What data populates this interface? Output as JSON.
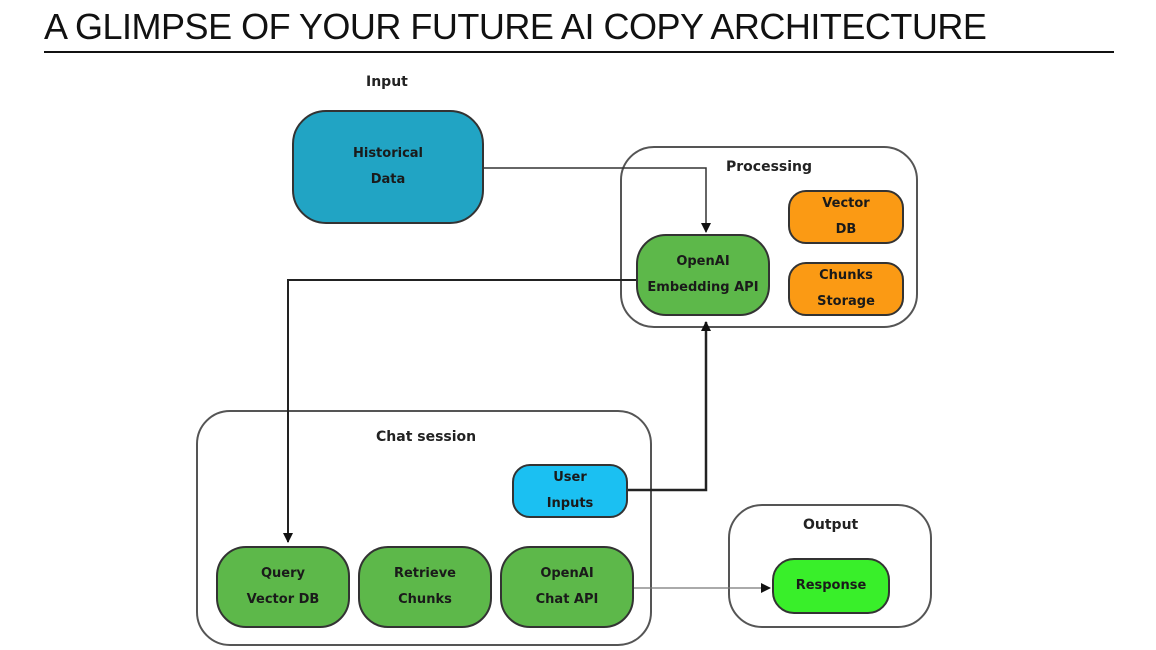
{
  "title": "A GLIMPSE OF YOUR FUTURE AI COPY ARCHITECTURE",
  "groups": {
    "input": {
      "label": "Input"
    },
    "processing": {
      "label": "Processing"
    },
    "chat": {
      "label": "Chat session"
    },
    "output": {
      "label": "Output"
    }
  },
  "nodes": {
    "historical": {
      "line1": "Historical",
      "line2": "Data"
    },
    "embedding": {
      "line1": "OpenAI",
      "line2": "Embedding API"
    },
    "vectordb": {
      "line1": "Vector",
      "line2": "DB"
    },
    "chunks_storage": {
      "line1": "Chunks",
      "line2": "Storage"
    },
    "user_inputs": {
      "line1": "User",
      "line2": "Inputs"
    },
    "query_vdb": {
      "line1": "Query",
      "line2": "Vector DB"
    },
    "retrieve": {
      "line1": "Retrieve",
      "line2": "Chunks"
    },
    "chat_api": {
      "line1": "OpenAI",
      "line2": "Chat API"
    },
    "response": {
      "line1": "Response"
    }
  },
  "colors": {
    "teal": "#21a4c4",
    "green": "#5db84a",
    "orange": "#fb9a14",
    "cyan": "#1bc0f2",
    "lime": "#39ef2a"
  }
}
